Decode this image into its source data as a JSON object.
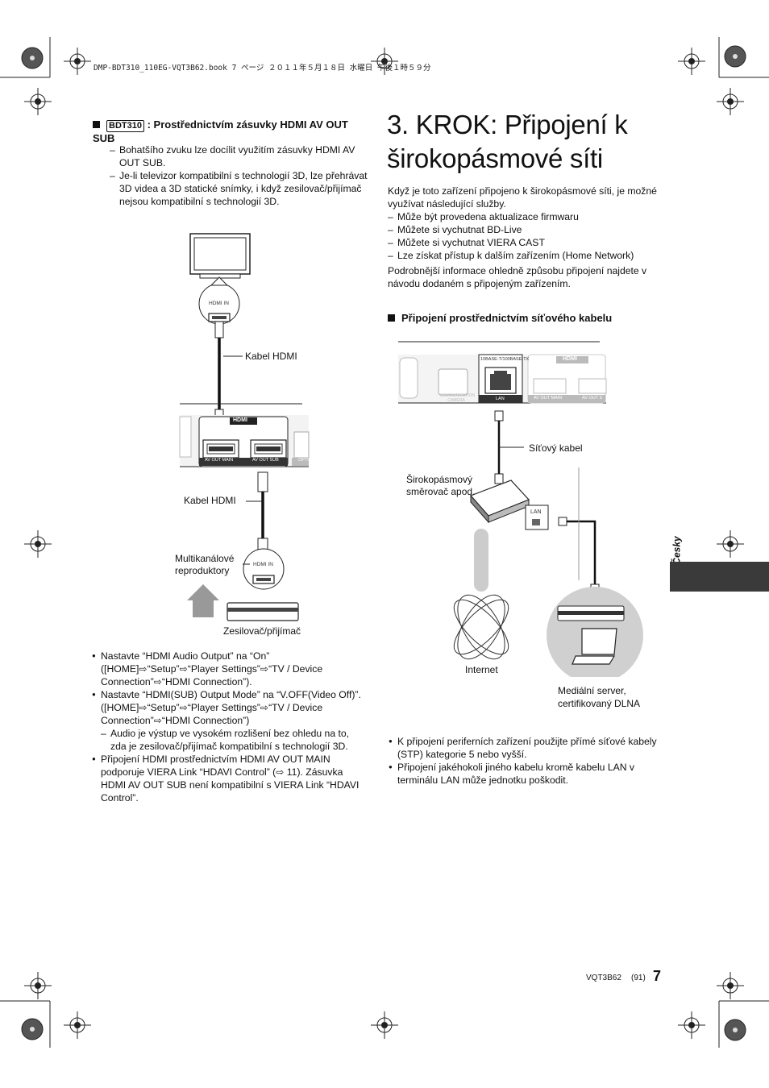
{
  "header": {
    "file_line": "DMP-BDT310_110EG-VQT3B62.book  7 ページ  ２０１１年５月１８日  水曜日  午後１時５９分"
  },
  "left": {
    "section_tag": "BDT310",
    "section_title": ": Prostřednictvím zásuvky HDMI AV OUT SUB",
    "notes": [
      "Bohatšího zvuku lze docílit využitím zásuvky HDMI AV OUT SUB.",
      "Je-li televizor kompatibilní s technologií 3D, lze přehrávat 3D videa  a 3D statické snímky, i když zesilovač/přijímač nejsou kompatibilní s technologií 3D."
    ],
    "diagram": {
      "hdmi_in_top": "HDMI IN",
      "cable_label_1": "Kabel HDMI",
      "av_out_main": "AV OUT   MAIN",
      "av_out_sub": "AV OUT   SUB",
      "optical": "OPTI",
      "hdmi_logo": "HDMI",
      "cable_label_2": "Kabel HDMI",
      "speakers_label": "Multikanálové reproduktory",
      "hdmi_in_bottom": "HDMI IN",
      "amplifier_label": "Zesilovač/přijímač"
    },
    "bullets": [
      {
        "text": "Nastavte “HDMI Audio Output” na “On” ([HOME]⇨“Setup”⇨“Player Settings”⇨“TV / Device Connection”⇨“HDMI Connection”).",
        "sub": ""
      },
      {
        "text": "Nastavte “HDMI(SUB) Output Mode” na “V.OFF(Video Off)”. ([HOME]⇨“Setup”⇨“Player Settings”⇨“TV / Device Connection”⇨“HDMI Connection”)",
        "sub": "Audio je výstup ve vysokém rozlišení bez ohledu na to, zda je zesilovač/přijímač kompatibilní s technologií 3D."
      },
      {
        "text": "Připojení HDMI prostřednictvím HDMI AV OUT MAIN podporuje VIERA Link “HDAVI Control” (⇨ 11). Zásuvka HDMI AV OUT SUB není kompatibilní s VIERA Link “HDAVI Control”.",
        "sub": ""
      }
    ]
  },
  "right": {
    "title": "3. KROK: Připojení k širokopásmové síti",
    "intro": "Když je toto zařízení připojeno k širokopásmové síti, je možné využívat následující služby.",
    "services": [
      "Může být provedena aktualizace firmwaru",
      "Můžete si vychutnat BD-Live",
      "Můžete si vychutnat VIERA CAST",
      "Lze získat přístup k dalším zařízením (Home Network)"
    ],
    "details": "Podrobnější informace ohledně způsobu připojení najdete v návodu dodaném s připojeným zařízením.",
    "section_title": "Připojení prostřednictvím síťového kabelu",
    "diagram": {
      "port_label": "10BASE-T/100BASE-TX",
      "lan_port": "LAN",
      "comm_camera": "COMMUNICATION CAMERA",
      "av_out_main": "AV OUT   MAIN",
      "av_out_s": "AV OUT   S",
      "hdmi_logo": "HDMI",
      "network_cable": "Síťový kabel",
      "router_label": "Širokopásmový směrovač apod.",
      "router_lan": "LAN",
      "internet": "Internet",
      "media_server": "Mediální server, certifikovaný DLNA"
    },
    "bullets": [
      "K připojení periferních zařízení použijte přímé síťové kabely (STP) kategorie 5 nebo vyšší.",
      "Připojení jakéhokoli jiného kabelu kromě kabelu LAN v terminálu LAN může jednotku poškodit."
    ]
  },
  "side": {
    "language": "Česky"
  },
  "footer": {
    "code": "VQT3B62",
    "sub_page": "(91)",
    "page": "7"
  }
}
